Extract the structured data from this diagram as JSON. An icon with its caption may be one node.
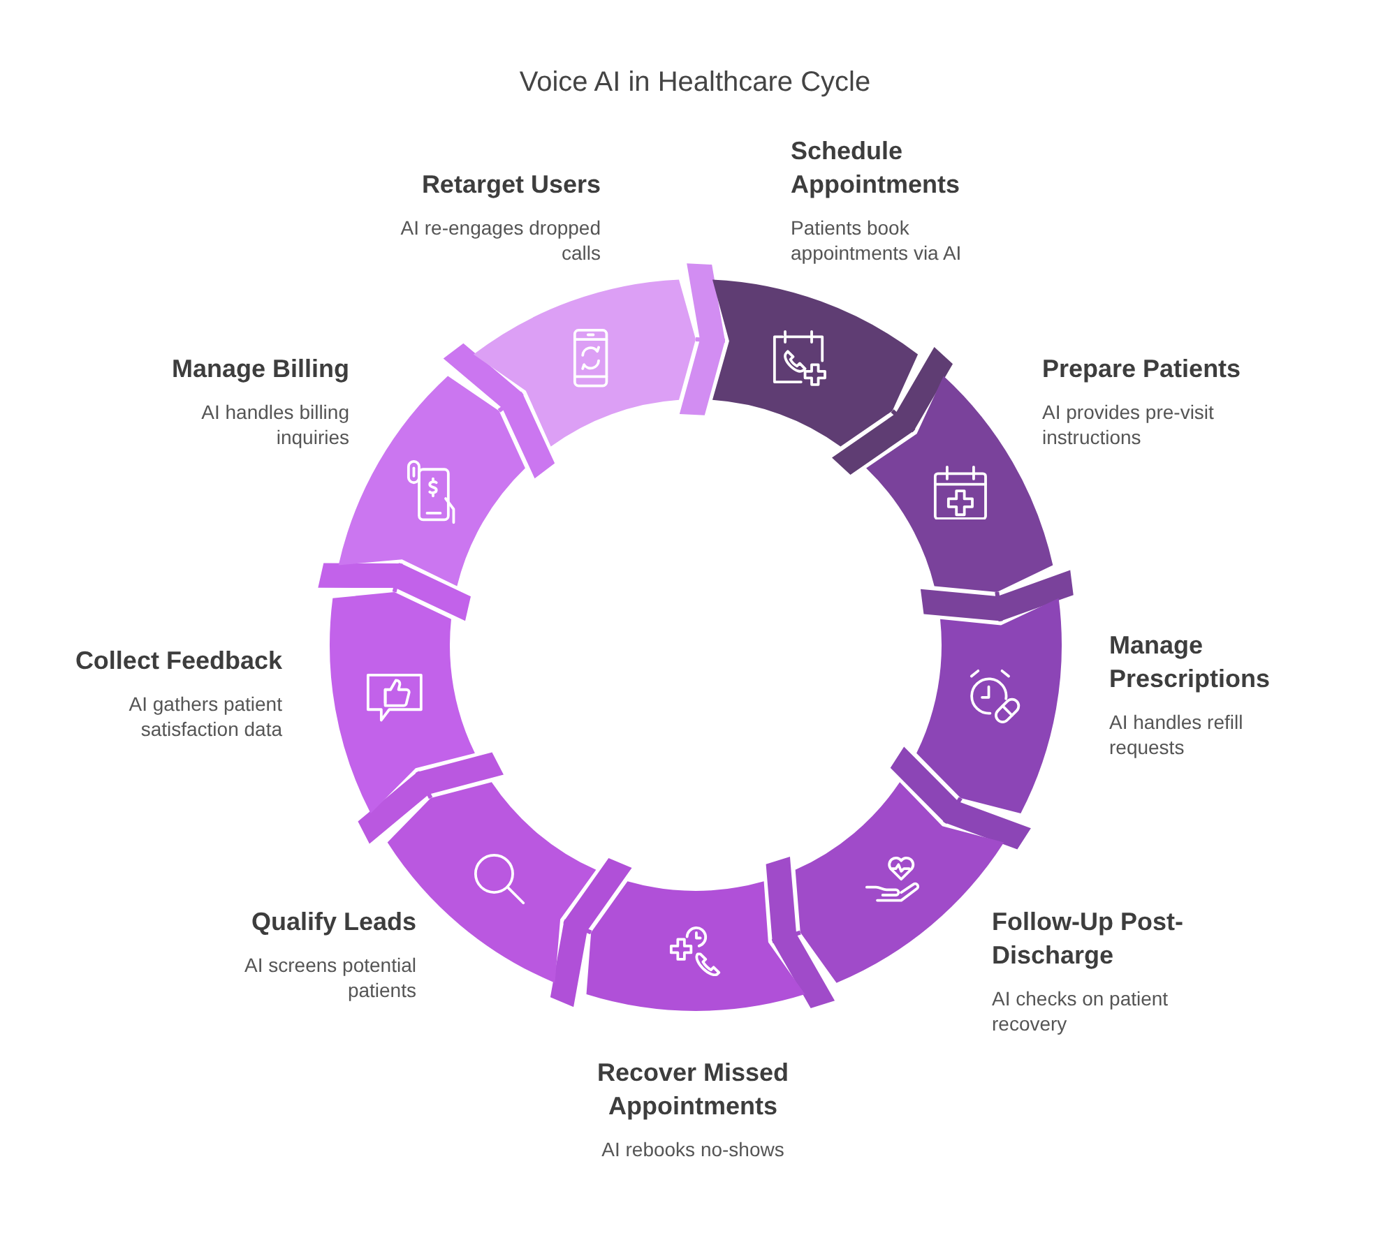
{
  "diagram": {
    "title": "Voice AI in Healthcare Cycle",
    "nodes": [
      {
        "text": [],
        "shape": "arc",
        "beside": [
          "Schedule Appointments",
          "Patients book appointments via AI"
        ]
      },
      {
        "text": [],
        "shape": "arc",
        "beside": [
          "Prepare Patients",
          "AI provides pre-visit instructions"
        ]
      },
      {
        "text": [],
        "shape": "arc",
        "beside": [
          "Manage Prescriptions",
          "AI handles refill requests"
        ]
      },
      {
        "text": [],
        "shape": "arc",
        "beside": [
          "Follow-Up Post-Discharge",
          "AI checks on patient recovery"
        ]
      },
      {
        "text": [],
        "shape": "arc",
        "beside": [
          "Recover Missed Appointments",
          "AI rebooks no-shows"
        ]
      },
      {
        "text": [],
        "shape": "arc",
        "beside": [
          "Qualify Leads",
          "AI screens potential patients"
        ]
      },
      {
        "text": [],
        "shape": "arc",
        "beside": [
          "Collect Feedback",
          "AI gathers patient satisfaction data"
        ]
      },
      {
        "text": [],
        "shape": "arc",
        "beside": [
          "Manage Billing",
          "AI handles billing inquiries"
        ]
      },
      {
        "text": [],
        "shape": "arc",
        "beside": [
          "Retarget Users",
          "AI re-engages dropped calls"
        ]
      }
    ],
    "edges": [
      {
        "from": 0,
        "to": 1,
        "arrow": "to",
        "color": "#5f3d73"
      },
      {
        "from": 1,
        "to": 2,
        "arrow": "to",
        "color": "#7a429b"
      },
      {
        "from": 2,
        "to": 3,
        "arrow": "to",
        "color": "#8c45b6"
      },
      {
        "from": 3,
        "to": 4,
        "arrow": "to",
        "color": "#a04bc9"
      },
      {
        "from": 4,
        "to": 5,
        "arrow": "to",
        "color": "#b050d8"
      },
      {
        "from": 5,
        "to": 6,
        "arrow": "to",
        "color": "#ba58e0"
      },
      {
        "from": 6,
        "to": 7,
        "arrow": "to",
        "color": "#c262ea"
      },
      {
        "from": 7,
        "to": 8,
        "arrow": "to",
        "color": "#cb76f0"
      },
      {
        "from": 8,
        "to": 0,
        "arrow": "to",
        "color": "#d28df2"
      }
    ]
  }
}
